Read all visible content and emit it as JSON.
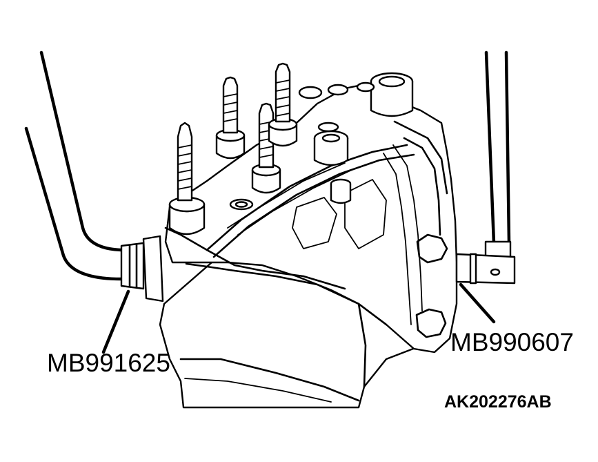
{
  "callouts": {
    "left_tool": "MB991625",
    "right_tool": "MB990607"
  },
  "figure_code": "AK202276AB"
}
